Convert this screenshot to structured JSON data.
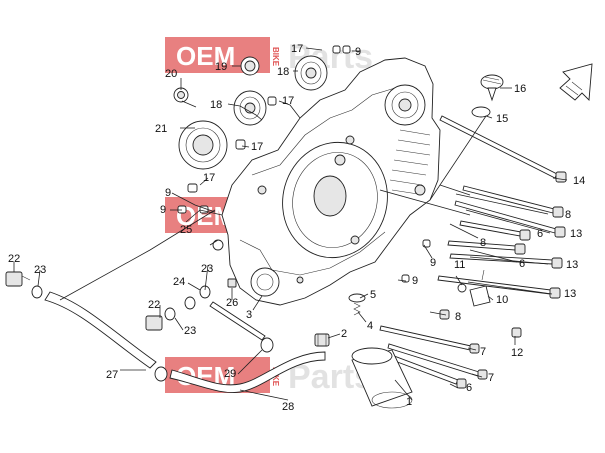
{
  "watermark": {
    "oem": "OEM",
    "bike": "BIKE",
    "parts": "Parts"
  },
  "callouts": {
    "c1": "1",
    "c2": "2",
    "c3": "3",
    "c4": "4",
    "c5": "5",
    "c6a": "6",
    "c6b": "6",
    "c6c": "6",
    "c7a": "7",
    "c7b": "7",
    "c8a": "8",
    "c8b": "8",
    "c8c": "8",
    "c9a": "9",
    "c9b": "9",
    "c9c": "9",
    "c9d": "9",
    "c9e": "9",
    "c10": "10",
    "c11": "11",
    "c12": "12",
    "c13a": "13",
    "c13b": "13",
    "c13c": "13",
    "c14": "14",
    "c15": "15",
    "c16": "16",
    "c17a": "17",
    "c17b": "17",
    "c17c": "17",
    "c17d": "17",
    "c18a": "18",
    "c18b": "18",
    "c19": "19",
    "c20": "20",
    "c21": "21",
    "c22a": "22",
    "c22b": "22",
    "c23a": "23",
    "c23b": "23",
    "c23c": "23",
    "c24": "24",
    "c25": "25",
    "c26": "26",
    "c27": "27",
    "c28": "28",
    "c29": "29"
  }
}
